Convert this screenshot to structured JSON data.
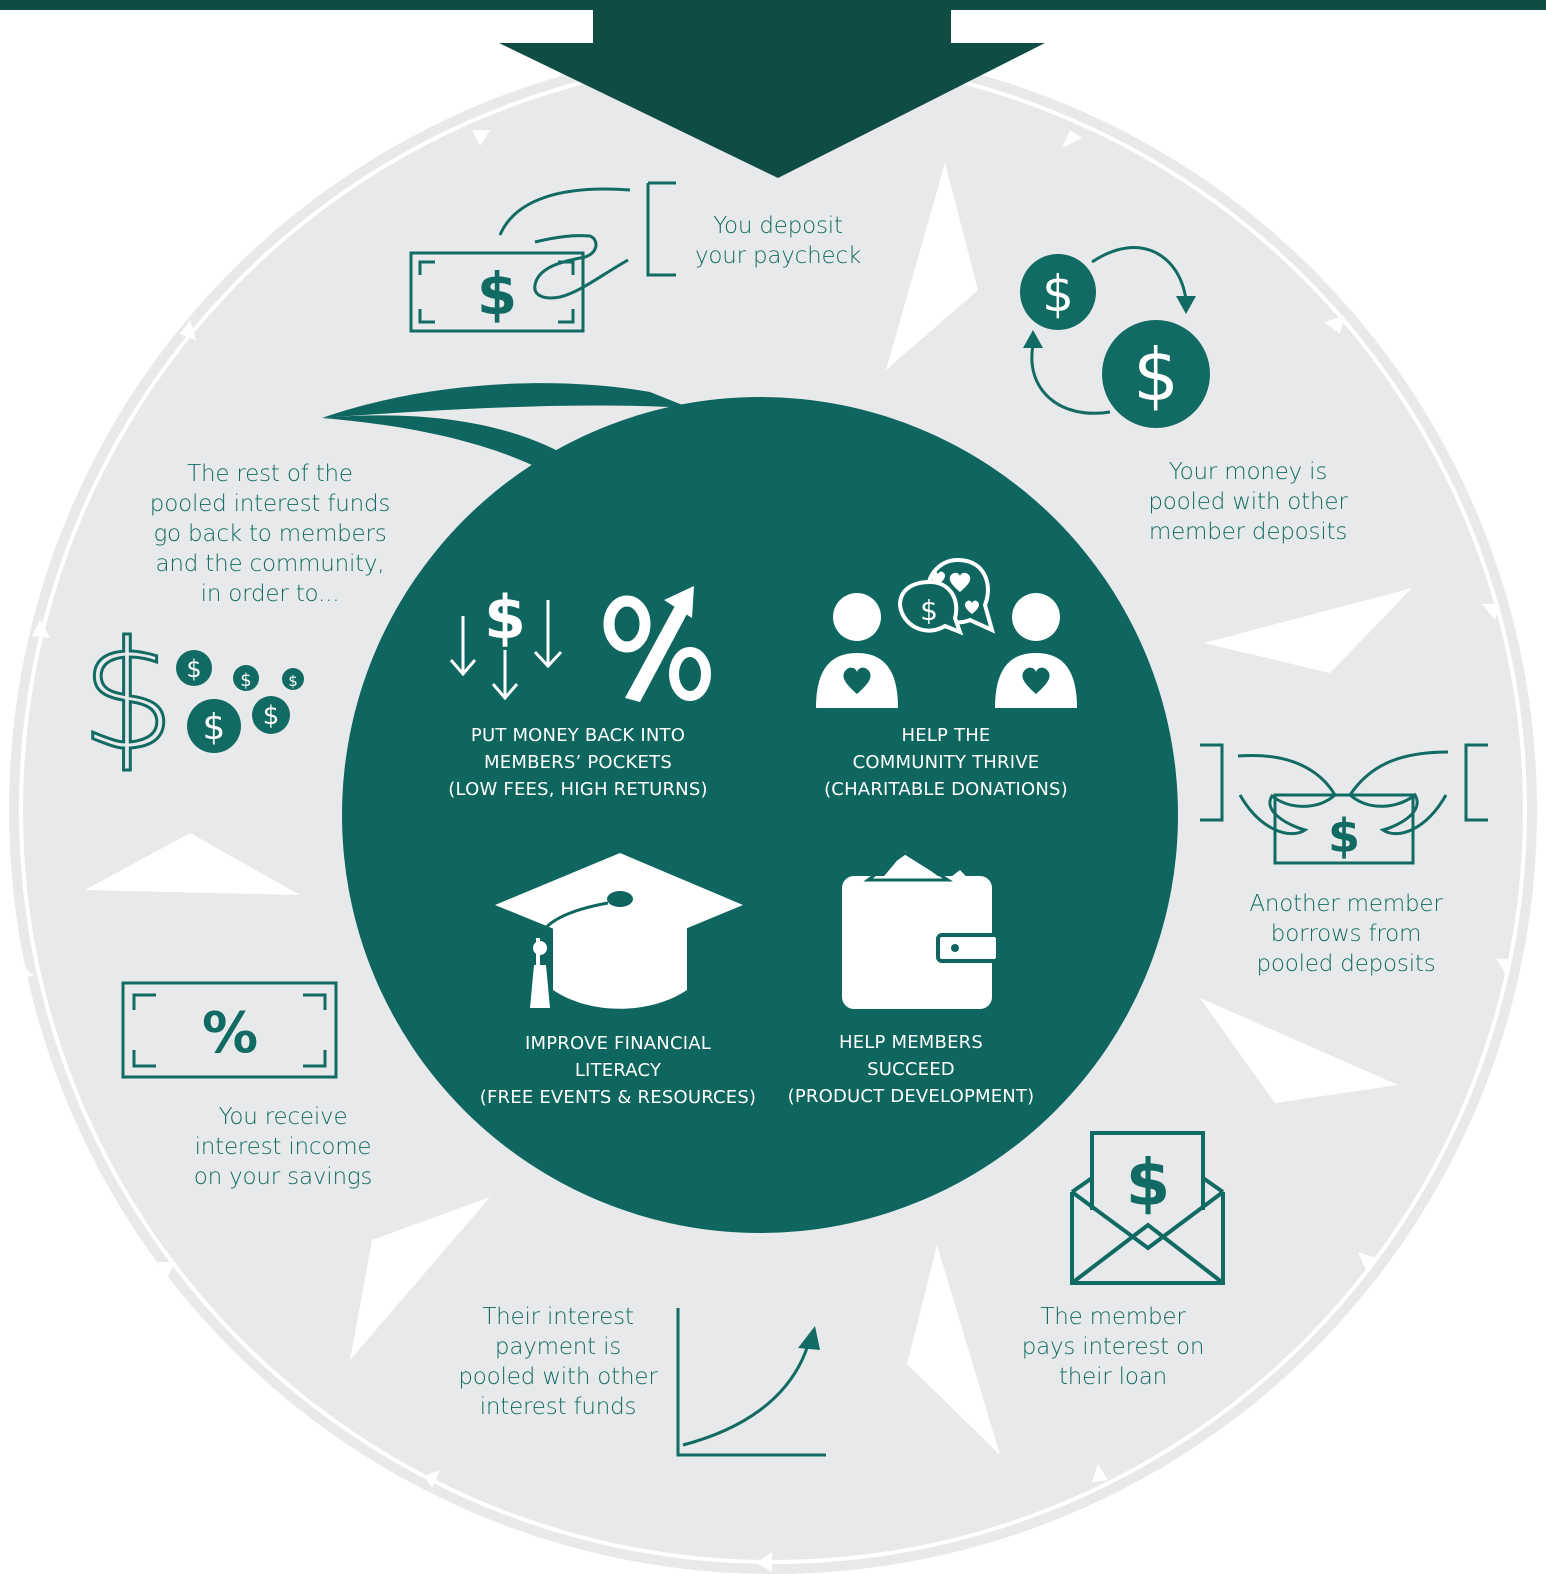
{
  "colors": {
    "dark_green": "#0f4c44",
    "teal": "#0e665f",
    "light_gray": "#e8e9ea",
    "white": "#ffffff"
  },
  "cycle_steps": [
    {
      "id": "deposit",
      "text": "You deposit\nyour paycheck",
      "icon": "hand-with-cash-icon"
    },
    {
      "id": "pooled",
      "text": "Your money is\npooled with other\nmember deposits",
      "icon": "money-exchange-icon"
    },
    {
      "id": "borrow",
      "text": "Another member\nborrows from\npooled deposits",
      "icon": "hands-exchange-cash-icon"
    },
    {
      "id": "pays-interest",
      "text": "The member\npays interest on\ntheir loan",
      "icon": "envelope-dollar-icon"
    },
    {
      "id": "interest-pooled",
      "text": "Their interest\npayment is\npooled with other\ninterest funds",
      "icon": "growth-curve-icon"
    },
    {
      "id": "receive-interest",
      "text": "You receive\ninterest income\non your savings",
      "icon": "percent-bill-icon"
    },
    {
      "id": "rest-funds",
      "text": "The rest of the\npooled interest funds\ngo back to members\nand the community,\nin order to...",
      "icon": "dollar-coins-icon"
    }
  ],
  "outcomes": [
    {
      "id": "pockets",
      "text": "PUT MONEY BACK INTO\nMEMBERS’ POCKETS\n(LOW FEES, HIGH RETURNS)",
      "icon": "falling-dollar-percent-icon"
    },
    {
      "id": "community",
      "text": "HELP THE\nCOMMUNITY THRIVE\n(CHARITABLE DONATIONS)",
      "icon": "people-hearts-icon"
    },
    {
      "id": "literacy",
      "text": "IMPROVE FINANCIAL\nLITERACY\n(FREE EVENTS & RESOURCES)",
      "icon": "graduation-cap-icon"
    },
    {
      "id": "succeed",
      "text": "HELP MEMBERS\nSUCCEED\n(PRODUCT DEVELOPMENT)",
      "icon": "wallet-icon"
    }
  ]
}
